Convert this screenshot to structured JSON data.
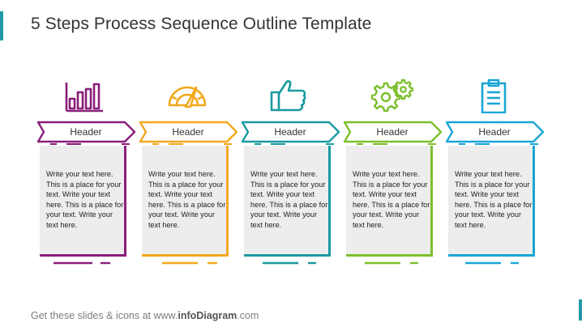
{
  "title": "5 Steps Process Sequence Outline Template",
  "footer": {
    "prefix": "Get these slides & icons at www.",
    "brand": "infoDiagram",
    "suffix": ".com"
  },
  "steps": [
    {
      "header": "Header",
      "color": "#8a1e7a",
      "icon": "bar-chart-icon",
      "text": "Write your text here. This is a place for your text. Write your text here. This is a place for your text. Write your text here."
    },
    {
      "header": "Header",
      "color": "#f2a81d",
      "icon": "gauge-icon",
      "text": "Write your text here. This is a place for your text. Write your text here. This is a place for your text. Write your text here."
    },
    {
      "header": "Header",
      "color": "#1a9aa0",
      "icon": "thumbs-up-icon",
      "text": "Write your text here. This is a place for your text. Write your text here. This is a place for your text. Write your text here."
    },
    {
      "header": "Header",
      "color": "#7cbf2c",
      "icon": "gears-icon",
      "text": "Write your text here. This is a place for your text. Write your text here. This is a place for your text. Write your text here."
    },
    {
      "header": "Header",
      "color": "#1aa6d6",
      "icon": "clipboard-icon",
      "text": "Write your text here. This is a place for your text. Write your text here. This is a place for your text. Write your text here."
    }
  ]
}
